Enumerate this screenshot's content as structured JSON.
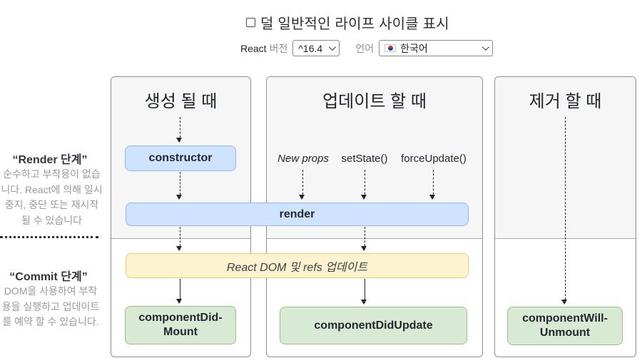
{
  "page": {
    "title": "덜 일반적인 라이프 사이클 표시"
  },
  "controls": {
    "react_label": "React",
    "version_label": "버전",
    "version_value": "^16.4",
    "language_label": "언어",
    "language_value": "한국어",
    "language_flag": "korea-flag"
  },
  "phases": {
    "render": {
      "title": "“Render 단계”",
      "description": "순수하고 부작용이 없습니다. React에 의해 일시 중지, 중단 또는 재시작 될 수 있습니다"
    },
    "commit": {
      "title": "“Commit 단계”",
      "description": "DOM을 사용하여 부작용을 실행하고 업데이트를 예약 할 수 있습니다."
    }
  },
  "columns": {
    "mount": {
      "header": "생성 될 때"
    },
    "update": {
      "header": "업데이트 할 때",
      "triggers": [
        "New props",
        "setState()",
        "forceUpdate()"
      ]
    },
    "unmount": {
      "header": "제거 할 때"
    }
  },
  "nodes": {
    "constructor": "constructor",
    "render": "render",
    "react_dom": "React DOM 및 refs 업데이트",
    "component_did_mount": "componentDid-\nMount",
    "component_did_update": "componentDidUpdate",
    "component_will_unmount": "componentWill-\nUnmount"
  },
  "colors": {
    "node_blue_bg": "#cfe2ff",
    "node_blue_border": "#8db8fd",
    "node_green_bg": "#d8ead3",
    "node_green_border": "#95c286",
    "node_yellow_bg": "#fdf3d1",
    "node_yellow_border": "#f0ca6d",
    "render_phase_bg": "#f6f6f6",
    "column_border": "#8e8e8e",
    "muted_text": "#9a9a9a",
    "arrow": "#23272e"
  }
}
